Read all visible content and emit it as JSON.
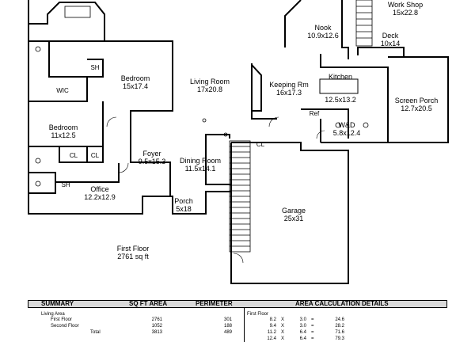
{
  "rooms": {
    "work_shop": {
      "name": "Work Shop",
      "size": "15x22.8"
    },
    "nook": {
      "name": "Nook",
      "size": "10.9x12.6"
    },
    "deck": {
      "name": "Deck",
      "size": "10x14"
    },
    "bedroom_main": {
      "name": "Bedroom",
      "size": "15x17.4"
    },
    "living_room": {
      "name": "Living Room",
      "size": "17x20.8"
    },
    "keeping_rm": {
      "name": "Keeping Rm",
      "size": "16x17.3"
    },
    "kitchen": {
      "name": "Kitchen",
      "size": "12.5x13.2"
    },
    "screen_porch": {
      "name": "Screen Porch",
      "size": "12.7x20.5"
    },
    "bedroom_2": {
      "name": "Bedroom",
      "size": "11x12.5"
    },
    "foyer": {
      "name": "Foyer",
      "size": "9.5x15.3"
    },
    "dining_room": {
      "name": "Dining Room",
      "size": "11.5x14.1"
    },
    "wd": {
      "name": "W&D",
      "size": "5.8x12.4"
    },
    "office": {
      "name": "Office",
      "size": "12.2x12.9"
    },
    "porch": {
      "name": "Porch",
      "size": "5x18"
    },
    "garage": {
      "name": "Garage",
      "size": "25x31"
    }
  },
  "small_labels": {
    "wic": "WIC",
    "sh_top": "SH",
    "sh_bottom": "SH",
    "cl_1": "CL",
    "cl_2": "CL",
    "cl_garage": "CL",
    "ref": "Ref"
  },
  "floor": {
    "title": "First Floor",
    "area": "2761 sq ft"
  },
  "summary": {
    "headers": {
      "summary": "SUMMARY",
      "sq_ft_area": "SQ FT AREA",
      "perimeter": "PERIMETER",
      "area_calc": "AREA CALCULATION DETAILS"
    },
    "rows": [
      {
        "label": "Living Area",
        "area": "",
        "perimeter": ""
      },
      {
        "label": "First Floor",
        "area": "2761",
        "perimeter": "301"
      },
      {
        "label": "Second Floor",
        "area": "1052",
        "perimeter": "188"
      },
      {
        "label": "Total",
        "area": "3813",
        "perimeter": "489"
      }
    ],
    "calc_title": "First Floor",
    "calc_rows": [
      {
        "a": "8.2",
        "op": "X",
        "b": "3.0",
        "eq": "=",
        "r": "24.6"
      },
      {
        "a": "9.4",
        "op": "X",
        "b": "3.0",
        "eq": "=",
        "r": "28.2"
      },
      {
        "a": "11.2",
        "op": "X",
        "b": "6.4",
        "eq": "=",
        "r": "71.6"
      },
      {
        "a": "12.4",
        "op": "X",
        "b": "6.4",
        "eq": "=",
        "r": "79.3"
      }
    ]
  }
}
